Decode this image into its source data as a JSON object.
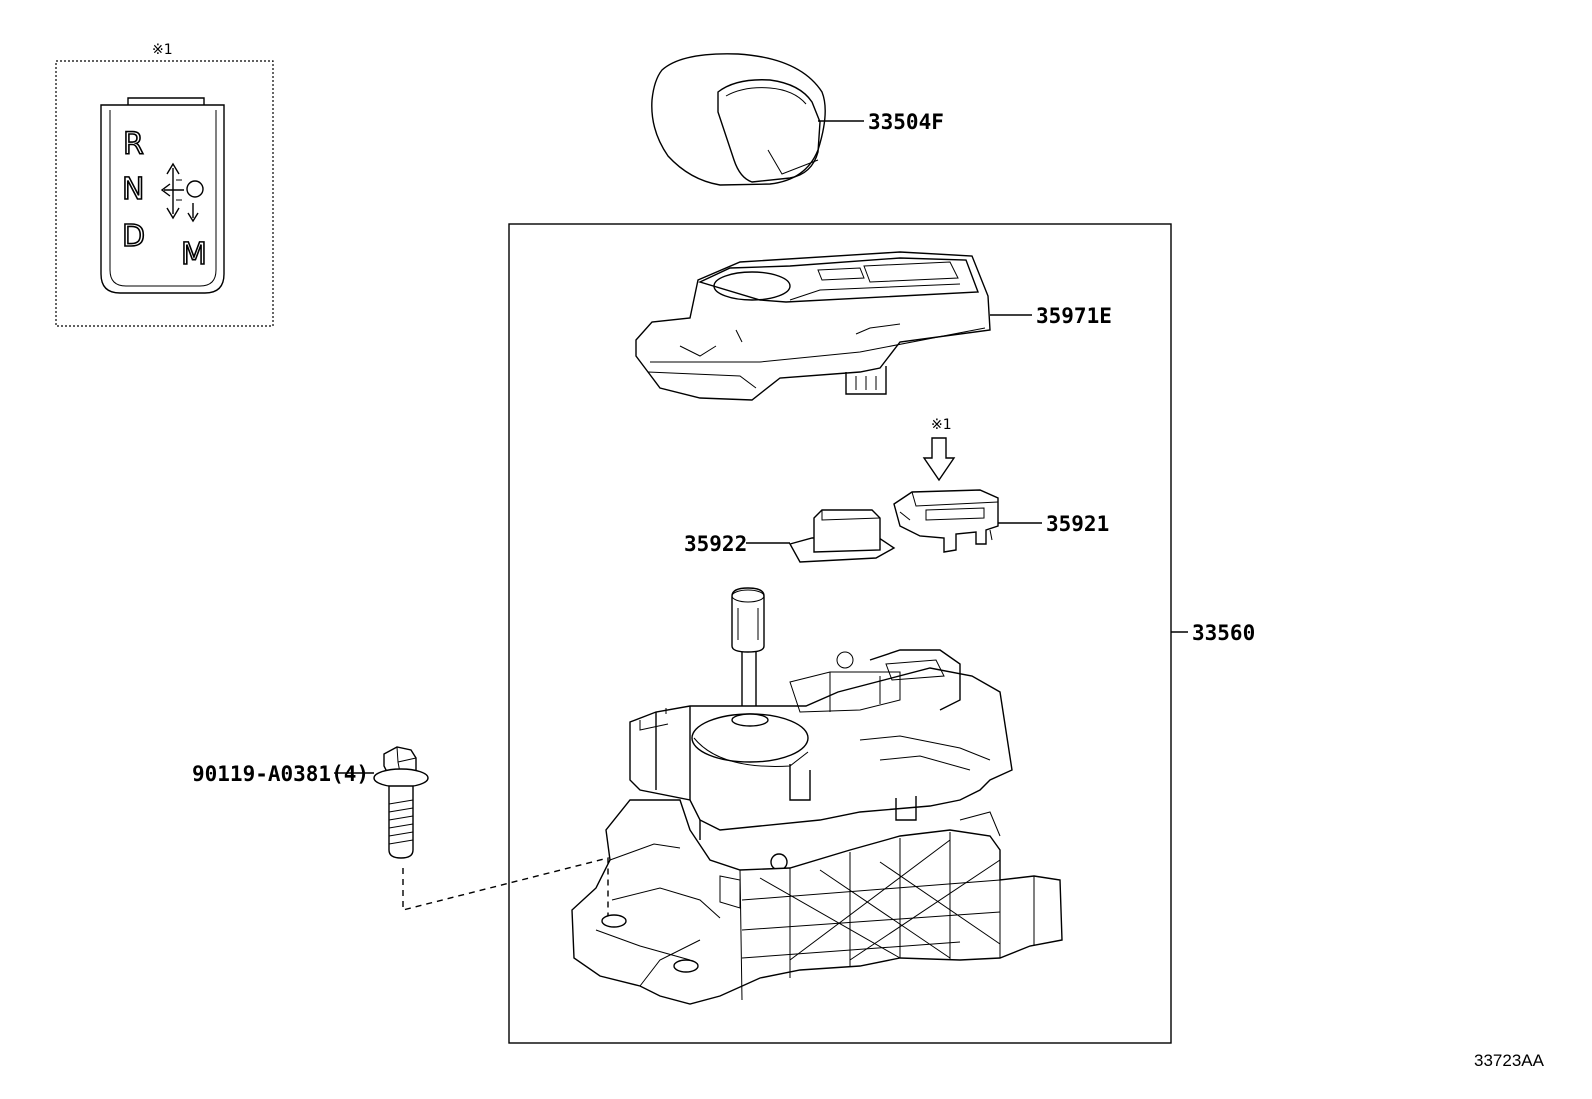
{
  "inset": {
    "note": "※1",
    "gate_letters": [
      "R",
      "N",
      "D",
      "M"
    ]
  },
  "parts": [
    {
      "id": "shift-knob",
      "number": "33504F"
    },
    {
      "id": "position-indicator-housing",
      "number": "35971E"
    },
    {
      "id": "indicator-plate-note",
      "number": "※1"
    },
    {
      "id": "indicator-lamp",
      "number": "35921"
    },
    {
      "id": "indicator-bulb-holder",
      "number": "35922"
    },
    {
      "id": "shift-lever-assembly",
      "number": "33560"
    },
    {
      "id": "bolt",
      "number": "90119-A0381(4)"
    }
  ],
  "illustration_id": "33723AA"
}
